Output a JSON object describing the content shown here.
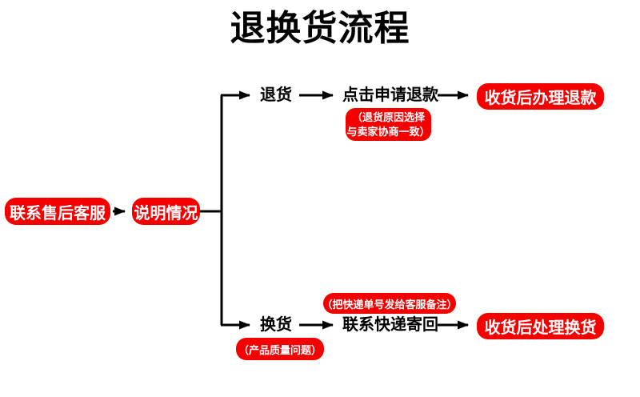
{
  "title": "退换货流程",
  "colors": {
    "red": "#f40000",
    "line": "#000000",
    "notetext": "#ffffff"
  },
  "nodes": {
    "contact": "联系售后客服",
    "explain": "说明情况"
  },
  "return_branch": {
    "label": "退货",
    "step": "点击申请退款",
    "note_line1": "（退货原因选择",
    "note_line2": "与卖家协商一致）",
    "result": "收货后办理退款"
  },
  "exchange_branch": {
    "label": "换货",
    "reason_note": "（产品质量问题）",
    "step": "联系快递寄回",
    "step_note": "（把快递单号发给客服备注）",
    "result": "收货后处理换货"
  }
}
